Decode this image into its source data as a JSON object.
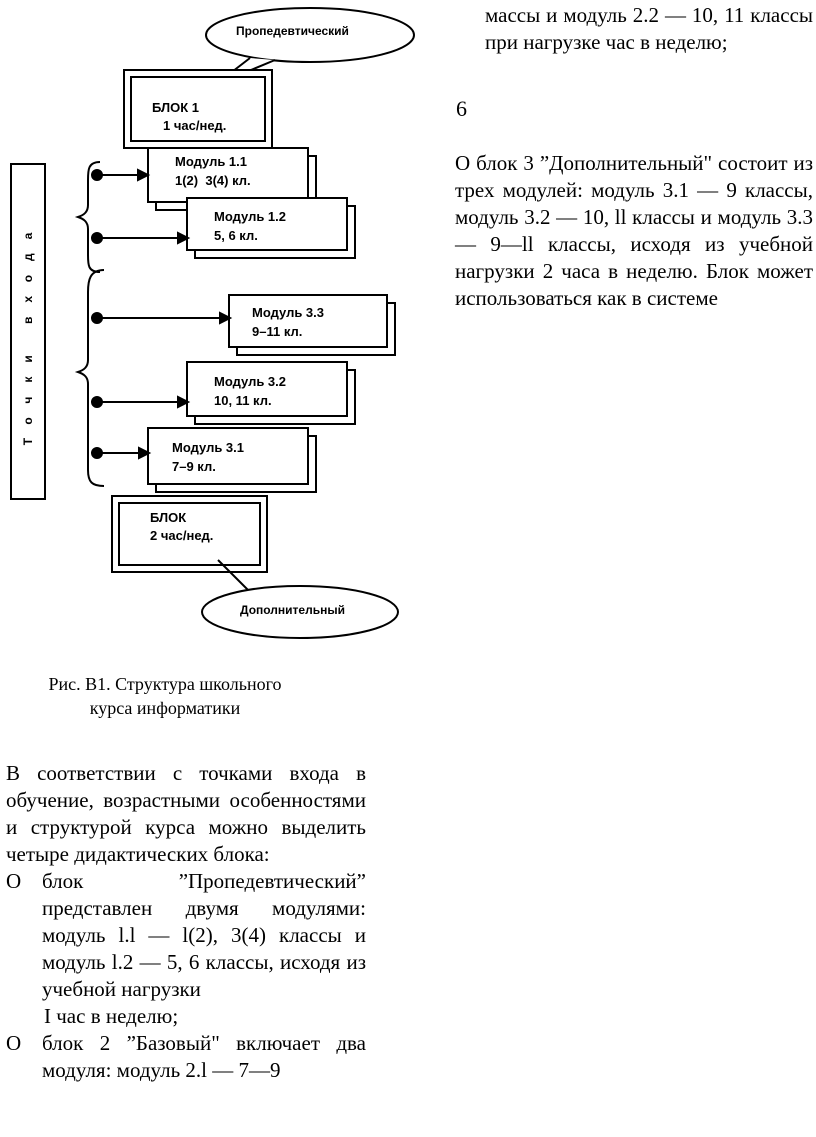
{
  "diagram": {
    "callout_top": "Пропедевтический",
    "callout_bottom": "Дополнительный",
    "side_label": "Точки входа",
    "block1": {
      "title": "БЛОК 1",
      "sub": "1 час/нед."
    },
    "block3": {
      "title": "БЛОК",
      "sub": "2 час/нед."
    },
    "modules": [
      {
        "title": "Модуль 1.1",
        "sub": "1(2)  3(4) кл."
      },
      {
        "title": "Модуль 1.2",
        "sub": "5, 6 кл."
      },
      {
        "title": "Модуль 3.3",
        "sub": "9–11 кл."
      },
      {
        "title": "Модуль 3.2",
        "sub": "10, 11 кл."
      },
      {
        "title": "Модуль 3.1",
        "sub": "7–9 кл."
      }
    ]
  },
  "caption": {
    "line1": "Рис. В1. Структура школьного",
    "line2": "курса информатики"
  },
  "left": {
    "intro": "В соответствии с точками входа в обучение, возрастными особенностями и структурой курса можно выделить четыре дидактических блока:",
    "item1_mark": "О",
    "item1_text": "блок ”Пропедевтический” представлен двумя модулями: модуль l.l — l(2), 3(4) классы и модуль l.2 — 5, 6 классы, исходя из учебной нагрузки",
    "item1_tail": "I час в неделю;",
    "item2_mark": "О",
    "item2_text": "блок 2 ”Базовый\" включает два модуля: модуль 2.l — 7—9"
  },
  "right": {
    "cont": "массы и модуль 2.2 — 10, 11 классы при нагрузке час в неделю;",
    "page_number": "6",
    "item3": "О блок 3 ”Дополнительный\" состоит из трех модулей: модуль 3.1 — 9 классы, модуль 3.2 — 10, ll классы и модуль 3.3 — 9—ll классы, исходя из учебной нагрузки 2 часа в неделю. Блок может использоваться как в системе"
  }
}
